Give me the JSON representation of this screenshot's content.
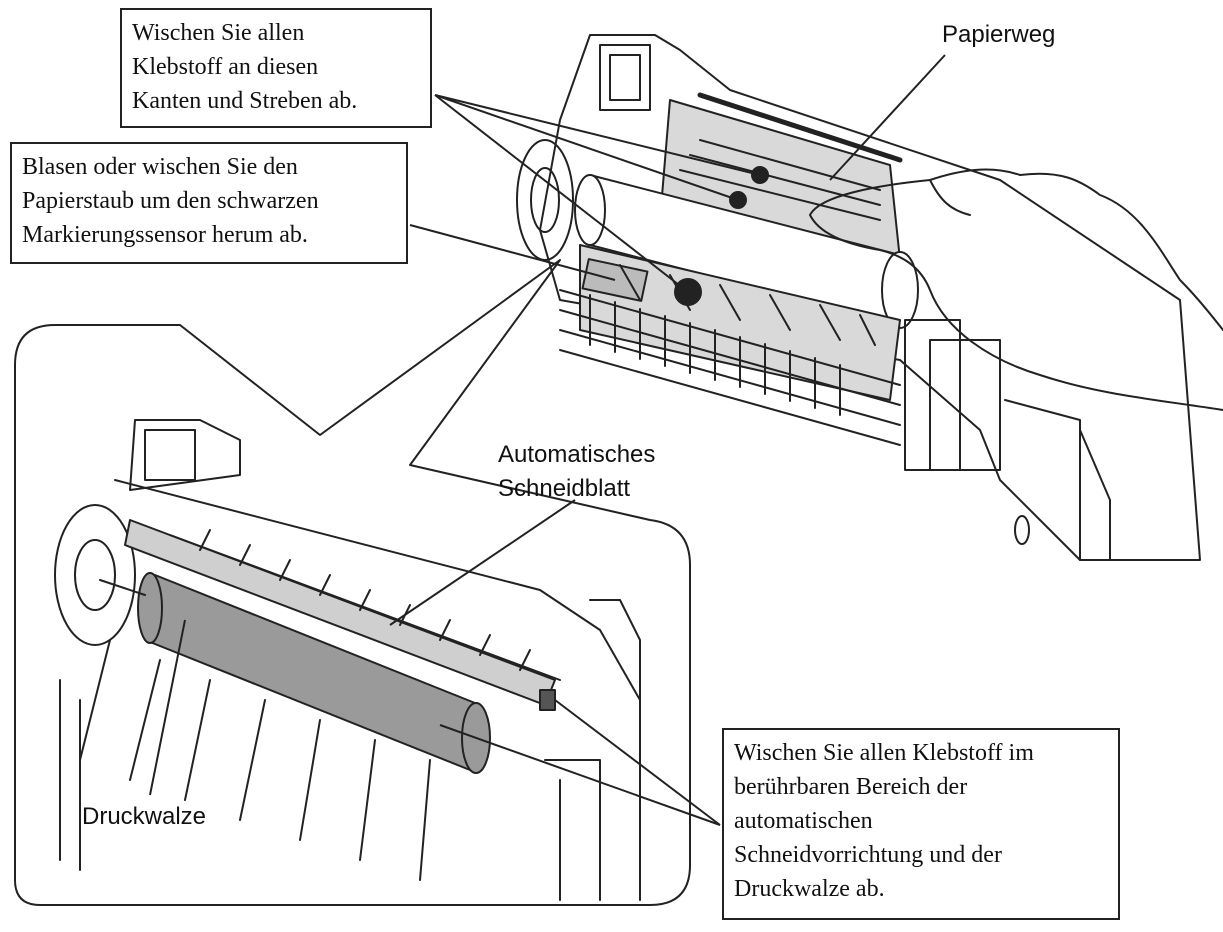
{
  "callouts": {
    "adhesive_edges": {
      "lines": [
        "Wischen Sie allen",
        "Klebstoff an diesen",
        "Kanten und Streben ab."
      ]
    },
    "paper_dust": {
      "lines": [
        "Blasen oder wischen Sie den",
        "Papierstaub um den schwarzen",
        "Markierungssensor herum ab."
      ]
    },
    "cutter_roller": {
      "lines": [
        "Wischen Sie allen Klebstoff im",
        "berührbaren Bereich der",
        "automatischen",
        "Schneidvorrichtung und der",
        "Druckwalze ab."
      ]
    }
  },
  "labels": {
    "paper_path": "Papierweg",
    "auto_cutter_line1": "Automatisches",
    "auto_cutter_line2": "Schneidblatt",
    "platen_roller": "Druckwalze"
  },
  "colors": {
    "outline": "#222222",
    "roller_fill": "#9a9a9a",
    "paper_path_fill": "#d9d9d9",
    "background": "#ffffff"
  }
}
